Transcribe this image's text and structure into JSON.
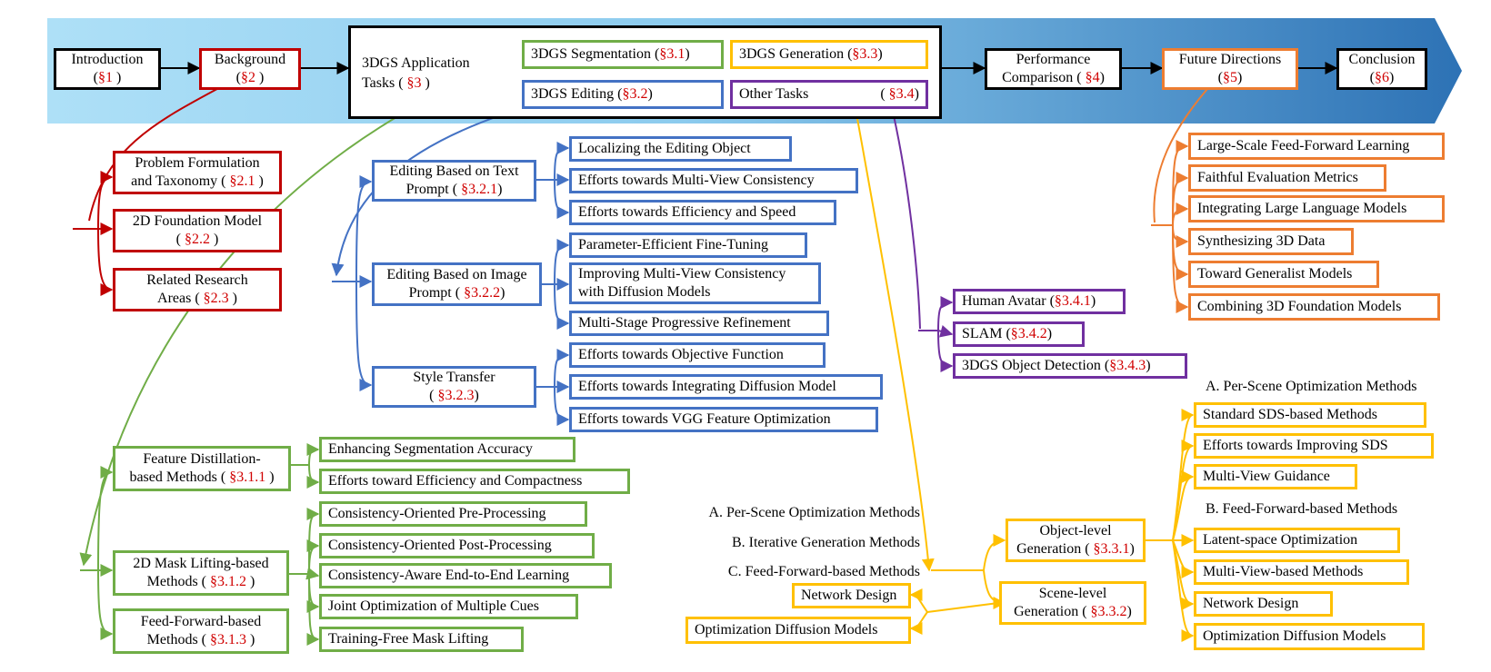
{
  "top": {
    "introduction": {
      "line1": "Introduction",
      "pre": "(",
      "ref": "§1",
      "post": " )"
    },
    "background": {
      "line1": "Background",
      "pre": "(",
      "ref": "§2",
      "post": " )"
    },
    "app_tasks": {
      "line1": "3DGS Application",
      "pre": "Tasks ( ",
      "ref": "§3",
      "post": " )"
    },
    "segmentation": {
      "label": "3DGS Segmentation (",
      "ref": "§3.1",
      "post": ")"
    },
    "editing": {
      "label": "3DGS Editing (",
      "ref": "§3.2",
      "post": ")"
    },
    "generation": {
      "label": "3DGS Generation ( ",
      "ref": "§3.3",
      "post": ")"
    },
    "other_tasks": {
      "label": "Other Tasks",
      "pre": "( ",
      "ref": "§3.4",
      "post": ")"
    },
    "performance": {
      "line1": "Performance",
      "pre": "Comparison ( ",
      "ref": "§4",
      "post": ")"
    },
    "future": {
      "line1": "Future Directions",
      "pre": "(",
      "ref": "§5",
      "post": ")"
    },
    "conclusion": {
      "line1": "Conclusion",
      "pre": "(",
      "ref": "§6",
      "post": ")"
    }
  },
  "background_items": [
    {
      "line1": "Problem Formulation",
      "pre": "and Taxonomy ( ",
      "ref": "§2.1",
      "post": " )"
    },
    {
      "line1": "2D Foundation Model",
      "pre": "( ",
      "ref": "§2.2",
      "post": " )"
    },
    {
      "line1": "Related Research",
      "pre": "Areas ( ",
      "ref": "§2.3",
      "post": " )"
    }
  ],
  "editing_groups": [
    {
      "line1": "Editing Based on Text",
      "pre": "Prompt ( ",
      "ref": "§3.2.1",
      "post": ")"
    },
    {
      "line1": "Editing Based on Image",
      "pre": "Prompt ( ",
      "ref": "§3.2.2",
      "post": ")"
    },
    {
      "line1": "Style Transfer",
      "pre": "( ",
      "ref": "§3.2.3",
      "post": ")"
    }
  ],
  "editing_leaves": [
    "Localizing the Editing Object",
    "Efforts towards Multi-View Consistency",
    "Efforts towards Efficiency and Speed",
    "Parameter-Efficient Fine-Tuning",
    "Improving Multi-View Consistency|with Diffusion Models",
    "Multi-Stage Progressive Refinement",
    "Efforts towards Objective Function",
    "Efforts towards Integrating Diffusion Model",
    "Efforts towards VGG Feature Optimization"
  ],
  "segmentation_groups": [
    {
      "line1": "Feature Distillation-",
      "pre": "based Methods ( ",
      "ref": "§3.1.1",
      "post": " )"
    },
    {
      "line1": "2D Mask Lifting-based",
      "pre": "Methods ( ",
      "ref": "§3.1.2",
      "post": " )"
    },
    {
      "line1": "Feed-Forward-based",
      "pre": "Methods ( ",
      "ref": "§3.1.3",
      "post": " )"
    }
  ],
  "segmentation_leaves": [
    "Enhancing Segmentation Accuracy",
    "Efforts toward Efficiency and Compactness",
    "Consistency-Oriented Pre-Processing",
    "Consistency-Oriented Post-Processing",
    "Consistency-Aware End-to-End Learning",
    "Joint Optimization of Multiple Cues",
    "Training-Free Mask Lifting"
  ],
  "other_items": [
    {
      "pre": "Human Avatar ( ",
      "ref": "§3.4.1",
      "post": " )"
    },
    {
      "pre": "SLAM ( ",
      "ref": "§3.4.2",
      "post": " )"
    },
    {
      "pre": "3DGS Object Detection ( ",
      "ref": "§3.4.3",
      "post": " )"
    }
  ],
  "future_items": [
    "Large-Scale Feed-Forward Learning",
    "Faithful Evaluation Metrics",
    "Integrating Large Language Models",
    "Synthesizing 3D Data",
    "Toward Generalist Models",
    "Combining 3D Foundation Models"
  ],
  "generation": {
    "object_level": {
      "line1": "Object-level",
      "pre": "Generation ( ",
      "ref": "§3.3.1",
      "post": ")"
    },
    "scene_level": {
      "line1": "Scene-level",
      "pre": "Generation ( ",
      "ref": "§3.3.2",
      "post": ")"
    },
    "scene_headers": [
      "A. Per-Scene Optimization Methods",
      "B. Iterative Generation Methods",
      "C. Feed-Forward-based Methods"
    ],
    "scene_leaves": [
      "Network Design",
      "Optimization Diffusion Models"
    ],
    "object_header_a": "A. Per-Scene Optimization Methods",
    "object_header_b": "B. Feed-Forward-based Methods",
    "object_leaves": [
      "Standard SDS-based Methods",
      "Efforts towards Improving SDS",
      "Multi-View Guidance",
      "Latent-space Optimization",
      "Multi-View-based Methods",
      "Network Design",
      "Optimization Diffusion Models"
    ]
  },
  "colors": {
    "red": "#c00000",
    "blue": "#4472c4",
    "green": "#70ad47",
    "yellow": "#ffc000",
    "purple": "#7030a0",
    "orange": "#ed7d31",
    "ref_text": "#d00000",
    "banner_light": "#a9dcf5",
    "banner_dark": "#2e75b6"
  }
}
